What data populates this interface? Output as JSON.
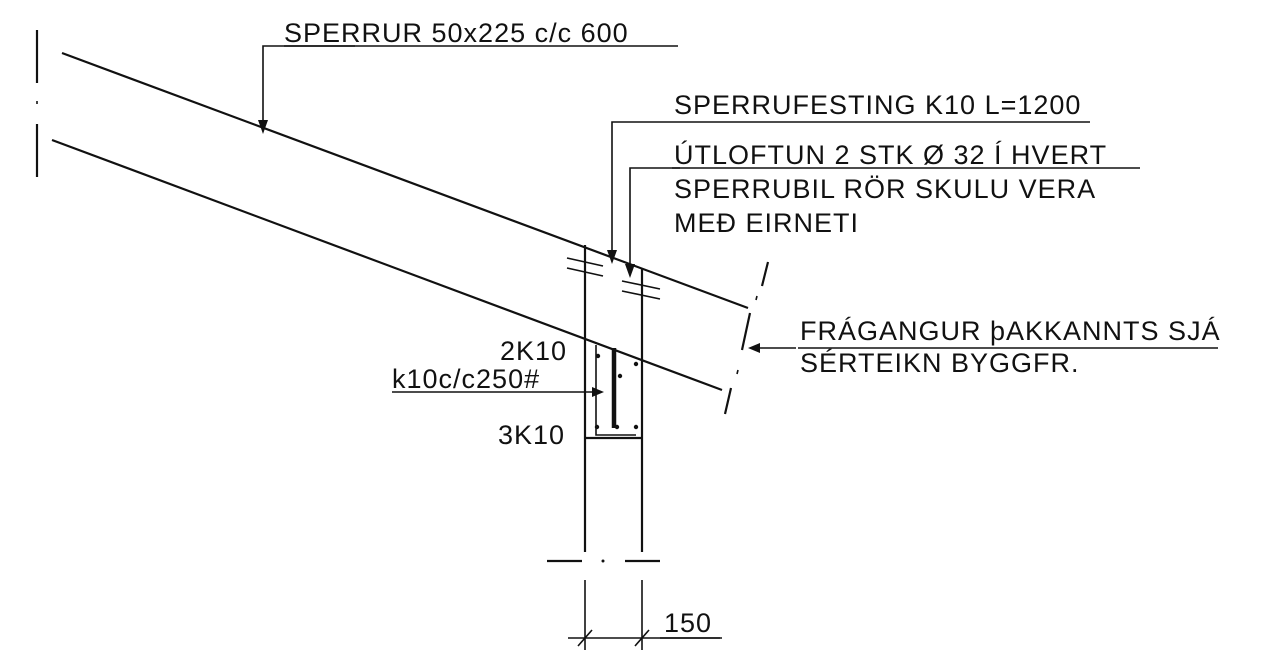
{
  "labels": {
    "rafters": "SPERRUR 50x225 c/c 600",
    "rafter_fixing": "SPERRUFESTING K10 L=1200",
    "ventilation_line1": "ÚTLOFTUN 2 STK Ø 32 Í HVERT",
    "ventilation_line2": "SPERRUBIL RÖR SKULU VERA",
    "ventilation_line3": "MEÐ EIRNETI",
    "eaves_line1": "FRÁGANGUR þAKKANNTS SJÁ",
    "eaves_line2": "SÉRTEIKN BYGGFR.",
    "rebar_top": "2K10",
    "stirrups": "k10c/c250#",
    "rebar_bottom": "3K10",
    "wall_width": "150"
  },
  "colors": {
    "ink": "#111111",
    "paper": "#ffffff"
  }
}
